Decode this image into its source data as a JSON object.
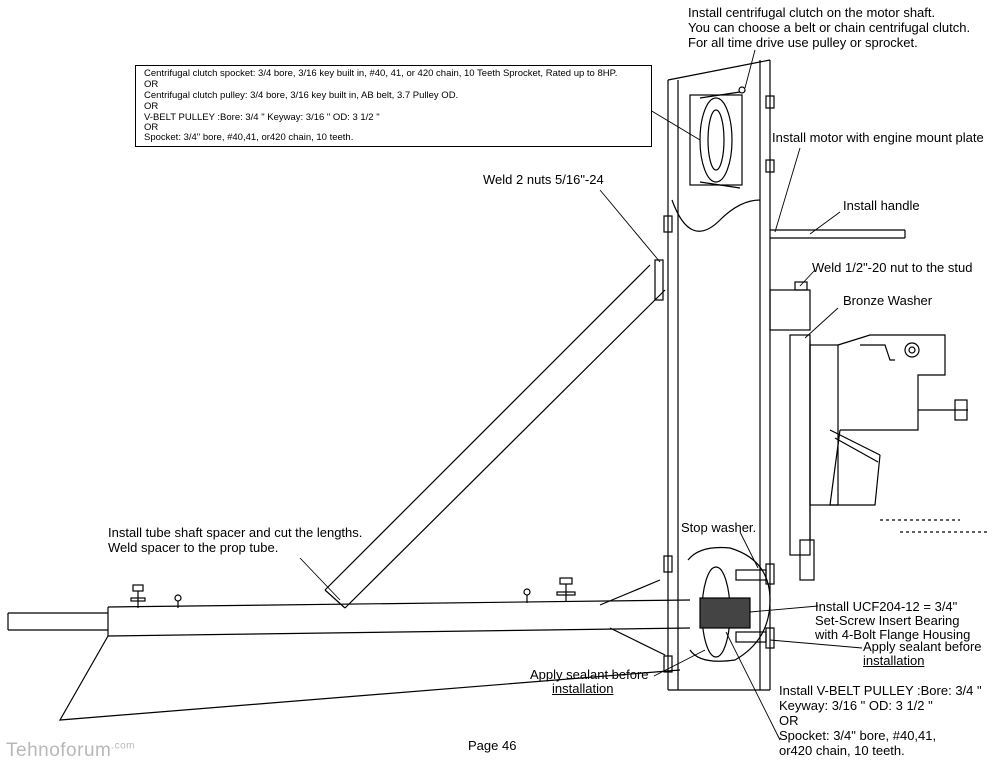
{
  "top_note": [
    "Install centrifugal clutch on the motor shaft.",
    "You can choose a belt or chain centrifugal clutch.",
    "For all time drive use pulley or sprocket."
  ],
  "spec_box": [
    "Centrifugal clutch spocket: 3/4 bore, 3/16 key built in, #40, 41, or 420 chain, 10 Teeth Sprocket, Rated up to 8HP.",
    " OR",
    "Centrifugal clutch pulley: 3/4 bore, 3/16 key built in,  AB belt, 3.7 Pulley OD.",
    " OR",
    "V-BELT PULLEY :Bore: 3/4 \" Keyway: 3/16 \" OD: 3 1/2 \"",
    " OR",
    "Spocket: 3/4\" bore, #40,41, or420 chain, 10 teeth."
  ],
  "labels": {
    "install_motor": "Install motor with engine mount plate",
    "weld_nuts": "Weld 2 nuts 5/16\"-24",
    "install_handle": "Install handle",
    "weld_stud_nut": "Weld 1/2\"-20 nut to the stud",
    "bronze_washer": "Bronze Washer",
    "tube_spacer": [
      "Install tube shaft spacer and cut the lengths.",
      "Weld  spacer to the prop tube."
    ],
    "stop_washer": "Stop washer.",
    "bearing": [
      "Install UCF204-12 = 3/4\"",
      "Set-Screw Insert Bearing",
      "with 4-Bolt Flange Housing"
    ],
    "sealant_right": [
      "Apply sealant before",
      "installation"
    ],
    "sealant_left": [
      "Apply sealant before",
      "installation"
    ],
    "vbelt_pulley": [
      "Install V-BELT PULLEY :Bore: 3/4 \"",
      " Keyway: 3/16 \" OD: 3 1/2 \"",
      "OR",
      "Spocket: 3/4\" bore, #40,41,",
      "or420 chain, 10 teeth."
    ]
  },
  "page_label": "Page 46",
  "watermark": {
    "name": "Tehnoforum",
    "suffix": ".com"
  }
}
